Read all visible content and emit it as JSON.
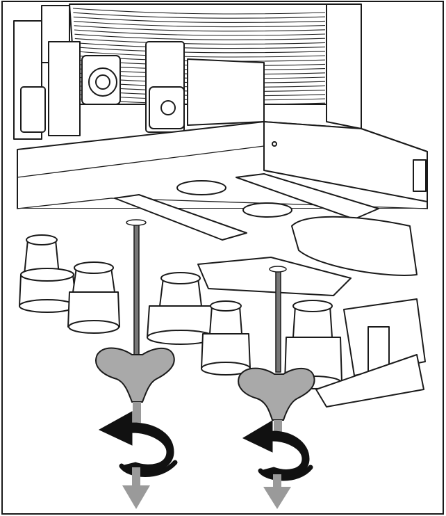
{
  "figure": {
    "background": "#ffffff",
    "line_color": "#1a1a1a",
    "handle_color": "#a9a9a9",
    "turn_arrow_color": "#111111",
    "pull_arrow_color": "#9a9a9a",
    "tools": [
      {
        "name": "t-handle-hex-key",
        "rotation": "counterclockwise",
        "direction": "pull-down"
      },
      {
        "name": "t-handle-hex-key",
        "rotation": "counterclockwise",
        "direction": "pull-down"
      }
    ]
  }
}
